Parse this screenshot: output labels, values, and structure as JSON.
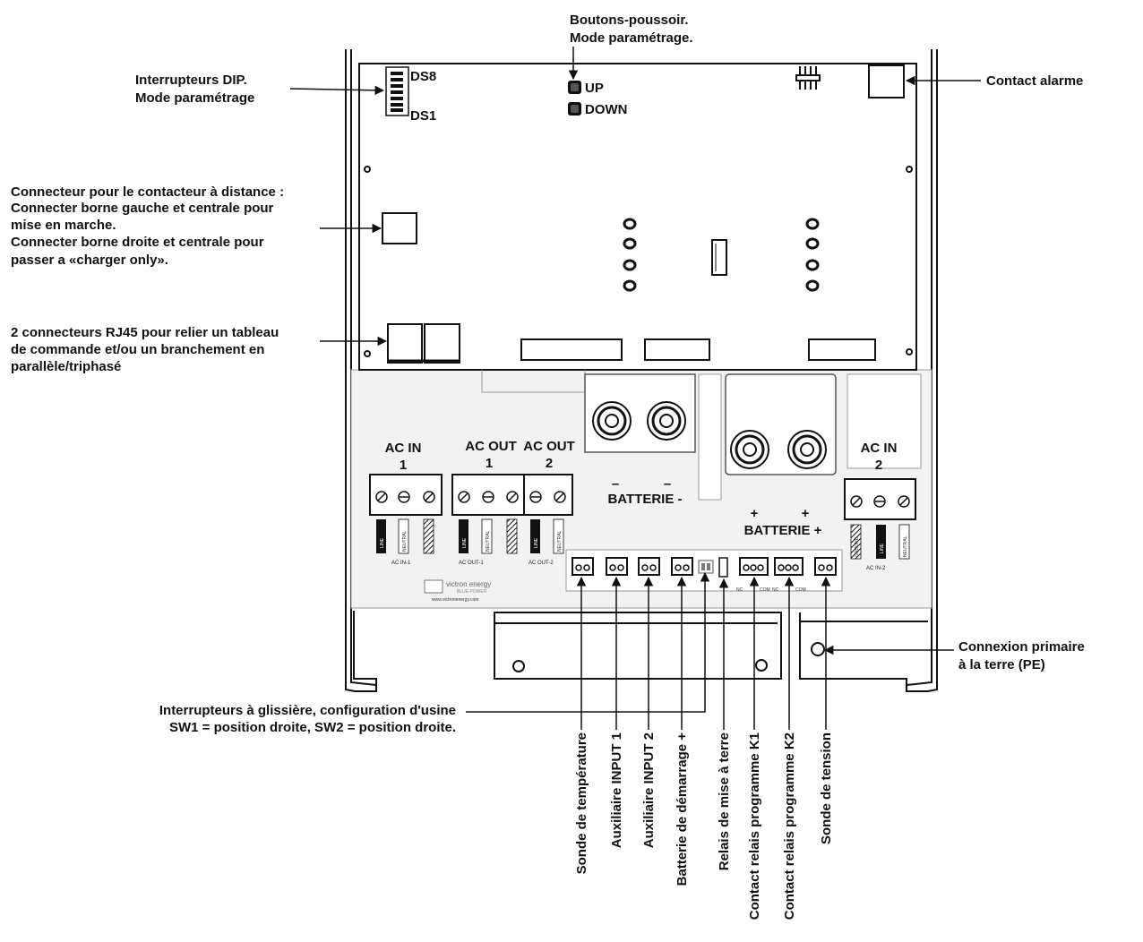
{
  "callouts": {
    "dip": [
      "Interrupteurs DIP.",
      "Mode paramétrage"
    ],
    "push": [
      "Boutons-poussoir.",
      "Mode paramétrage."
    ],
    "alarm": "Contact alarme",
    "remote": [
      "Connecteur pour le contacteur à distance :",
      "Connecter borne gauche et centrale pour",
      "mise en marche.",
      "Connecter borne droite et centrale pour",
      "passer a «charger only»."
    ],
    "rj45": [
      "2 connecteurs RJ45 pour relier un tableau",
      "de commande et/ou un branchement en",
      "parallèle/triphasé"
    ],
    "ground": [
      "Connexion primaire",
      "à la terre (PE)"
    ],
    "slide": [
      "Interrupteurs à glissière, configuration d'usine",
      "SW1 = position droite, SW2 = position droite."
    ]
  },
  "board": {
    "ds8": "DS8",
    "ds1": "DS1",
    "up": "UP",
    "down": "DOWN",
    "ac_in_1": [
      "AC IN",
      "1"
    ],
    "ac_out_1": [
      "AC OUT",
      "1"
    ],
    "ac_out_2": [
      "AC OUT",
      "2"
    ],
    "ac_in_2": [
      "AC IN",
      "2"
    ],
    "batt_minus_signs": [
      "–",
      "–"
    ],
    "batt_minus": "BATTERIE -",
    "batt_plus_signs": [
      "+",
      "+"
    ],
    "batt_plus": "BATTERIE +",
    "term_line": "LINE",
    "term_neutral": "NEUTRAL",
    "term_ground": "GROUND",
    "ac_in_1_small": "AC IN-1",
    "ac_out_1_small": "AC OUT-1",
    "ac_out_2_small": "AC OUT-2",
    "ac_in_2_small": "AC IN-2",
    "logo": "victron energy",
    "logo_sub": "BLUE POWER",
    "website": "www.victronenergy.com",
    "relay_marks": [
      "NC",
      "COM",
      "NC",
      "COM"
    ]
  },
  "bottom_labels": [
    "Sonde de température",
    "Auxiliaire INPUT 1",
    "Auxiliaire INPUT 2",
    "Batterie de démarrage +",
    "Relais de mise à terre",
    "Contact relais programme K1",
    "Contact relais programme K2",
    "Sonde de tension"
  ],
  "colors": {
    "line": "#111111",
    "panel": "#f2f2f2",
    "board": "#ffffff"
  }
}
